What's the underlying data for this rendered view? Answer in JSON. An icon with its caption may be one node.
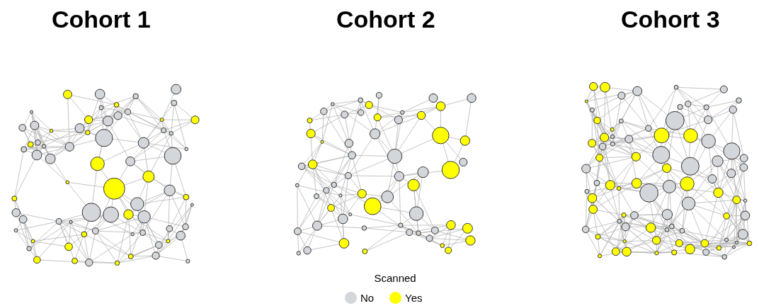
{
  "diagram": {
    "labels": [
      "Cohort 1",
      "Cohort 2",
      "Cohort 3",
      "Scanned"
    ],
    "legend": [
      {
        "text": "No",
        "color": "#d3d6da"
      },
      {
        "text": "Yes",
        "color": "#ffff00"
      }
    ]
  }
}
